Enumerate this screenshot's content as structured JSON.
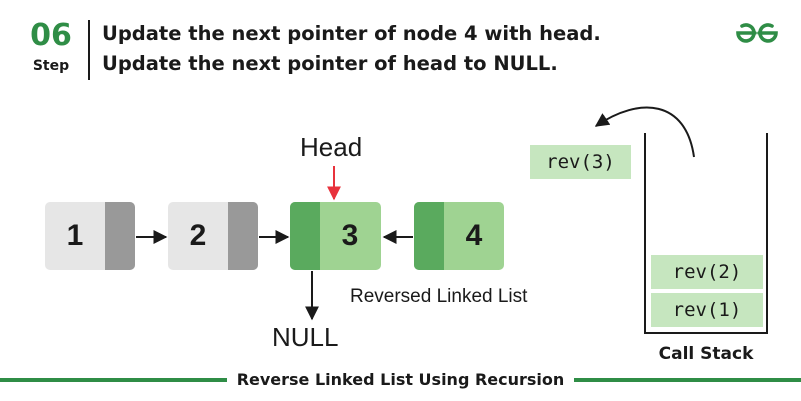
{
  "header": {
    "step_number": "06",
    "step_word": "Step",
    "line1": "Update the next pointer of node 4 with head.",
    "line2": "Update the next pointer of head to NULL."
  },
  "diagram": {
    "head_label": "Head",
    "null_label": "NULL",
    "reversed_label": "Reversed Linked List",
    "nodes": [
      {
        "value": "1"
      },
      {
        "value": "2"
      },
      {
        "value": "3"
      },
      {
        "value": "4"
      }
    ]
  },
  "call_stack": {
    "popped_frame": "rev(3)",
    "frames": [
      "rev(2)",
      "rev(1)"
    ],
    "label": "Call Stack"
  },
  "footer": {
    "caption": "Reverse Linked List Using Recursion"
  },
  "colors": {
    "brand_green": "#2f8d46",
    "node_grey": "#e6e6e6",
    "pointer_grey": "#999999",
    "node_green": "#9fd392",
    "pointer_green": "#5aaa5e",
    "stack_frame": "#c6e6bf",
    "head_arrow_red": "#e8323c"
  },
  "icons": {
    "logo": "geeksforgeeks-logo"
  }
}
